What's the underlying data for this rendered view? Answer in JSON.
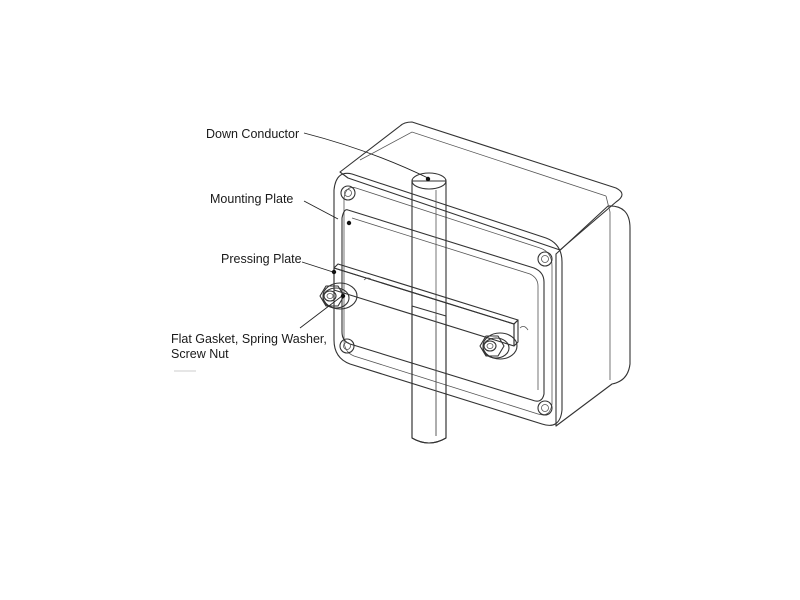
{
  "labels": {
    "down_conductor": "Down Conductor",
    "mounting_plate": "Mounting Plate",
    "pressing_plate": "Pressing Plate",
    "gasket_line1": "Flat Gasket, Spring Washer,",
    "gasket_line2": "Screw Nut"
  }
}
